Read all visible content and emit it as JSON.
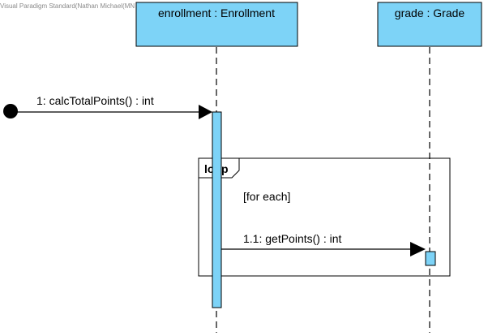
{
  "watermark": "Visual Paradigm Standard(Nathan Michael(MN State College - Southeast Technical))",
  "colors": {
    "lifeline_fill": "#7dd3f7",
    "activation_fill": "#7dd3f7",
    "line": "#000000",
    "background": "#ffffff"
  },
  "lifelines": [
    {
      "id": "enrollment",
      "label": "enrollment : Enrollment"
    },
    {
      "id": "grade",
      "label": "grade : Grade"
    }
  ],
  "messages": [
    {
      "id": "m1",
      "label": "1: calcTotalPoints() : int",
      "from": "found-message-start",
      "to": "enrollment"
    },
    {
      "id": "m1_1",
      "label": "1.1: getPoints() : int",
      "from": "enrollment",
      "to": "grade"
    }
  ],
  "fragment": {
    "operator": "loop",
    "guard": "[for each]"
  }
}
